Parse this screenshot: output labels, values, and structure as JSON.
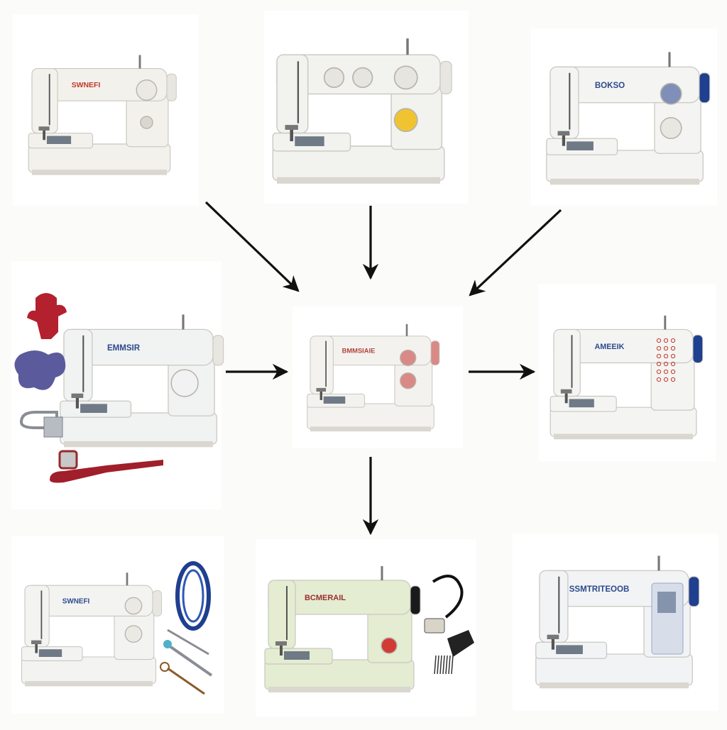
{
  "machines": [
    {
      "id": "top-left",
      "label": "SWNEFI",
      "label_color": "#c0392b",
      "body": "#f3f1ec"
    },
    {
      "id": "top-center",
      "label": "",
      "label_color": "#333333",
      "body": "#f2f2ef"
    },
    {
      "id": "top-right",
      "label": "BOKSO",
      "label_color": "#2c4a8c",
      "body": "#f4f4f2"
    },
    {
      "id": "middle-left",
      "label": "EMMSIR",
      "label_color": "#2c4a8c",
      "body": "#f1f2f2"
    },
    {
      "id": "center",
      "label": "BMMSIAIE",
      "label_color": "#b0443a",
      "body": "#f4f2ef"
    },
    {
      "id": "middle-right",
      "label": "AMEEIK",
      "label_color": "#2c4a8c",
      "body": "#f4f4f2"
    },
    {
      "id": "bottom-left",
      "label": "SWNEFI",
      "label_color": "#2c4a8c",
      "body": "#f3f3f1"
    },
    {
      "id": "bottom-center",
      "label": "BCMERAIL",
      "label_color": "#9b2d2d",
      "body": "#e4ecd2"
    },
    {
      "id": "bottom-right",
      "label": "SSMTRITEOOB",
      "label_color": "#2c4a8c",
      "body": "#f2f3f5"
    }
  ],
  "colors": {
    "arrow": "#111111",
    "accent_blue": "#1f3f8f",
    "accent_red": "#b3202e",
    "accent_pink": "#d98a86"
  },
  "icons": [
    "sewing-machine-icon",
    "arrow-icon",
    "pin-cushion-icon",
    "bobbin-icon",
    "thread-spool-icon",
    "brush-icon",
    "scissors-icon",
    "foot-pedal-icon"
  ]
}
